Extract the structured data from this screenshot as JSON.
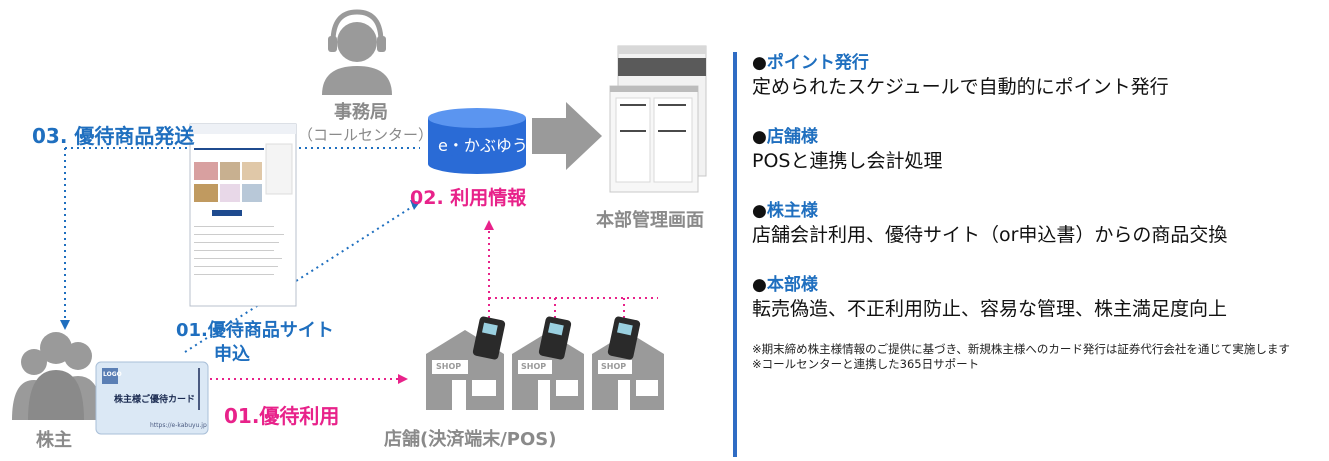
{
  "diagram": {
    "office_label": "事務局",
    "call_center_label": "（コールセンター）",
    "system_name": "e・かぶゆう",
    "admin_screen_label": "本部管理画面",
    "shareholder_label": "株主",
    "store_label": "店舗(決済端末/POS)",
    "flow_ship": "03. 優待商品発送",
    "flow_usage_info": "02. 利用情報",
    "flow_site_apply_line1": "01.優待商品サイト",
    "flow_site_apply_line2": "申込",
    "flow_use": "01.優待利用",
    "card": {
      "title": "株主様ご優待カード",
      "logo": "LOGO",
      "url": "https://e-kabuyu.jp"
    },
    "shop_sign": "SHOP",
    "colors": {
      "blue": "#1f6fbf",
      "pink": "#e8228a",
      "gray": "#9a9a9a",
      "db_blue": "#2a6bd6"
    }
  },
  "features": [
    {
      "bullet": "●",
      "title": "ポイント発行",
      "desc": "定められたスケジュールで自動的にポイント発行"
    },
    {
      "bullet": "●",
      "title": "店舗様",
      "desc": "POSと連携し会計処理"
    },
    {
      "bullet": "●",
      "title": "株主様",
      "desc": "店舗会計利用、優待サイト（or申込書）からの商品交換"
    },
    {
      "bullet": "●",
      "title": "本部様",
      "desc": "転売偽造、不正利用防止、容易な管理、株主満足度向上"
    }
  ],
  "notes": [
    "※期末締め株主様情報のご提供に基づき、新規株主様へのカード発行は証券代行会社を通じて実施します",
    "※コールセンターと連携した365日サポート"
  ]
}
